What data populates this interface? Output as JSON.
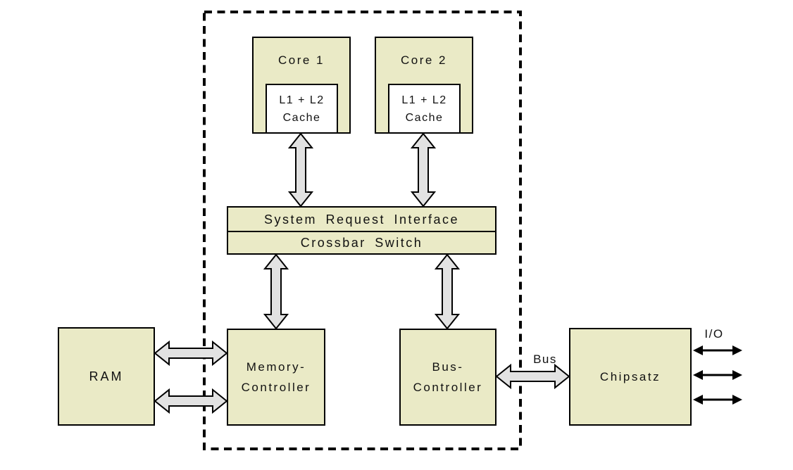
{
  "colors": {
    "background": "#ffffff",
    "box_fill": "#eaeac6",
    "cache_fill": "#ffffff",
    "arrow_fill": "#e2e2e2",
    "line_color": "#000000"
  },
  "nodes": {
    "core1": {
      "label": "Core 1"
    },
    "core2": {
      "label": "Core 2"
    },
    "cache1": {
      "line1": "L1 + L2",
      "line2": "Cache"
    },
    "cache2": {
      "line1": "L1 + L2",
      "line2": "Cache"
    },
    "system_request_interface": {
      "label": "System Request Interface"
    },
    "crossbar_switch": {
      "label": "Crossbar Switch"
    },
    "ram": {
      "label": "RAM"
    },
    "memory_controller": {
      "line1": "Memory-",
      "line2": "Controller"
    },
    "bus_controller": {
      "line1": "Bus-",
      "line2": "Controller"
    },
    "chipsatz": {
      "label": "Chipsatz"
    }
  },
  "connections": {
    "bus_label": "Bus",
    "io_label": "I/O"
  }
}
